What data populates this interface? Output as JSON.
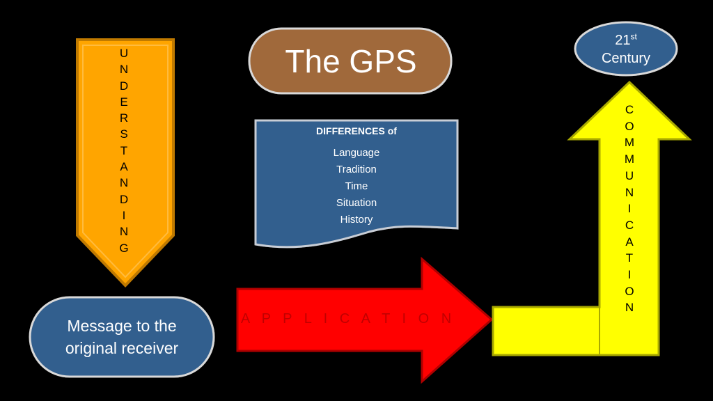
{
  "title": "The GPS",
  "understanding": {
    "letters": [
      "U",
      "N",
      "D",
      "E",
      "R",
      "S",
      "T",
      "A",
      "N",
      "D",
      "I",
      "N",
      "G"
    ]
  },
  "differences": {
    "heading": "DIFFERENCES of",
    "items": [
      "Language",
      "Tradition",
      "Time",
      "Situation",
      "History"
    ]
  },
  "message": {
    "line1": "Message to the",
    "line2": "original receiver"
  },
  "application": "A P P L I C A T I O N",
  "century": {
    "number": "21",
    "superscript": "st",
    "word": "Century"
  },
  "communication": {
    "letters": [
      "C",
      "O",
      "M",
      "M",
      "U",
      "N",
      "I",
      "C",
      "A",
      "T",
      "I",
      "O",
      "N"
    ]
  },
  "colors": {
    "orange": "#FFA500",
    "brown": "#A0693A",
    "blue": "#335F8E",
    "red": "#FF0000",
    "yellow": "#FFFF00",
    "background": "#000000"
  }
}
